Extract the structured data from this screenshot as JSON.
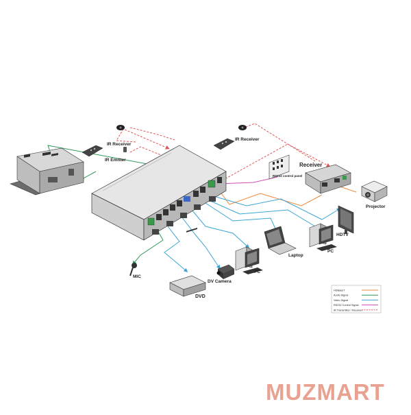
{
  "labels": {
    "ir_receiver_left": "IR Receiver",
    "ir_emitter": "IR Emitter",
    "ir_receiver_right": "IR Receiver",
    "receiver": "Receiver",
    "projector": "Projector",
    "hdtv": "HDTV",
    "pc_right": "PC",
    "laptop": "Laptop",
    "pc_center": "PC",
    "dv_camera": "DV Camera",
    "mic": "MIC",
    "dvd": "DVD",
    "control_panel": "RS232 control panel"
  },
  "legend": {
    "items": [
      {
        "label": "HDBaseT",
        "color": "#f08a3c"
      },
      {
        "label": "Audio Signal",
        "color": "#2e9a58"
      },
      {
        "label": "Video Signal",
        "color": "#3ba5d6"
      },
      {
        "label": "RS232 Control Signal",
        "color": "#d04bb7"
      },
      {
        "label": "IR Transmitter / Receiver",
        "color": "#e05555"
      }
    ]
  },
  "watermark": "MUZMART"
}
